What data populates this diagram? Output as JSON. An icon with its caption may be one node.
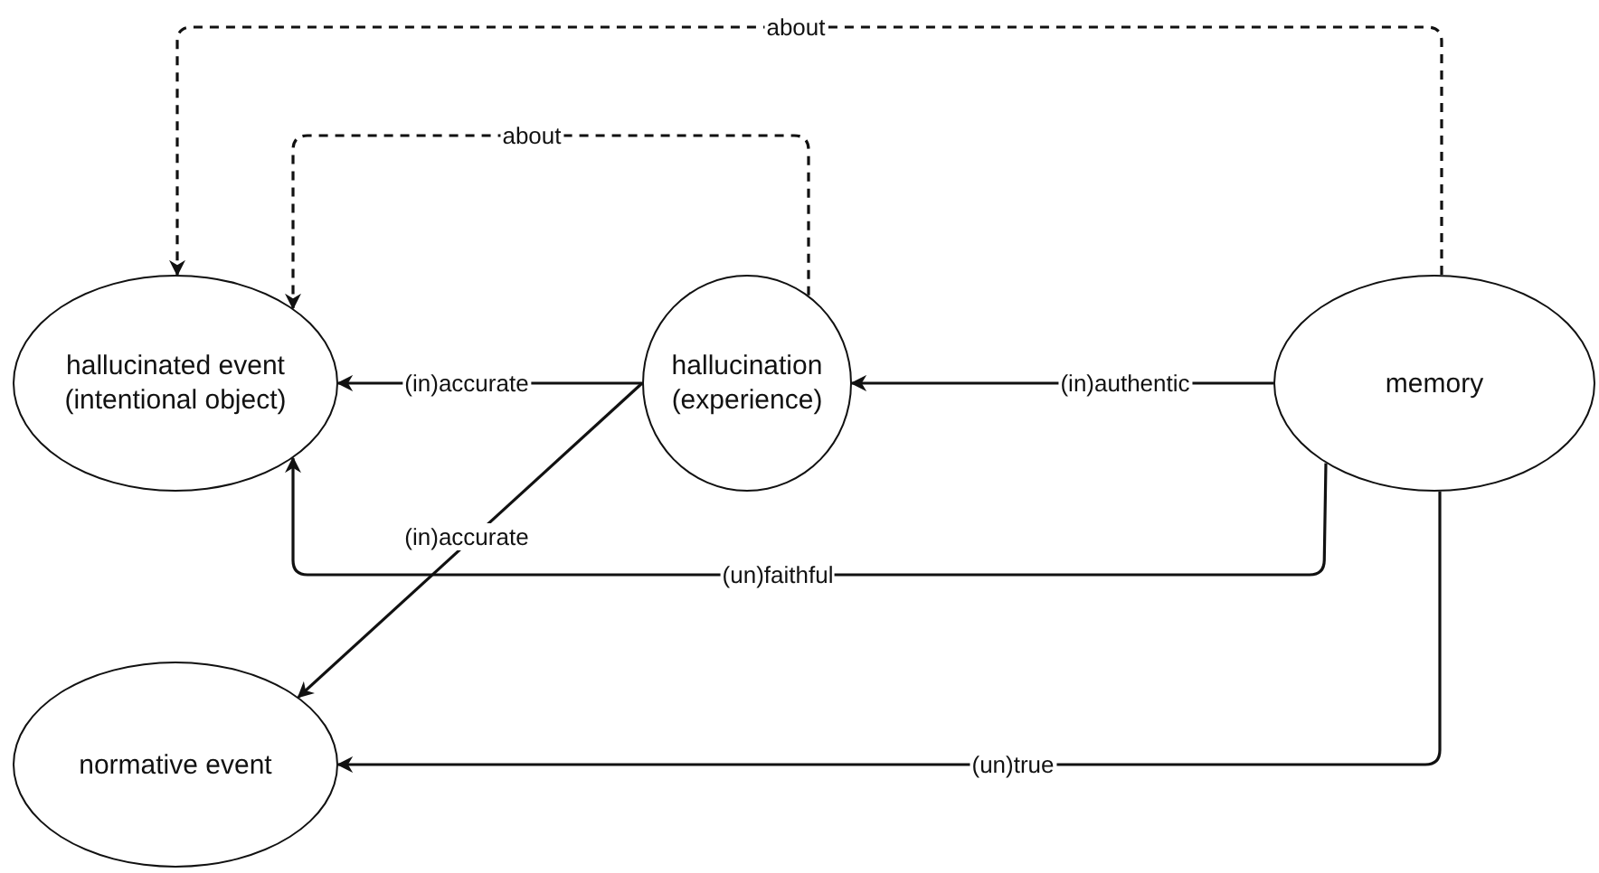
{
  "diagram": {
    "nodes": [
      {
        "text": [
          "hallucinated event (intentional object)"
        ]
      },
      {
        "text": [
          "hallucination (experience)"
        ]
      },
      {
        "text": [
          "memory"
        ]
      },
      {
        "text": [
          "normative event"
        ]
      }
    ],
    "edges": [
      {
        "from": 2,
        "to": 0,
        "arrow": "to",
        "label": "about",
        "style": "dashed"
      },
      {
        "from": 1,
        "to": 0,
        "arrow": "to",
        "label": "about",
        "style": "dashed"
      },
      {
        "from": 1,
        "to": 0,
        "arrow": "to",
        "label": "(in)accurate"
      },
      {
        "from": 1,
        "to": 3,
        "arrow": "to",
        "label": "(in)accurate"
      },
      {
        "from": 2,
        "to": 1,
        "arrow": "to",
        "label": "(in)authentic"
      },
      {
        "from": 2,
        "to": 0,
        "arrow": "to",
        "label": "(un)faithful"
      },
      {
        "from": 2,
        "to": 3,
        "arrow": "to",
        "label": "(un)true"
      }
    ]
  }
}
